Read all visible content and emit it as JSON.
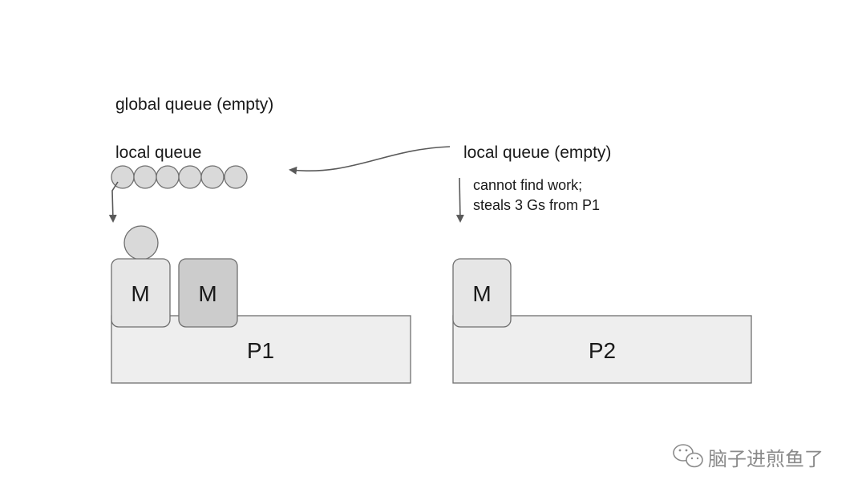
{
  "global_queue_label": "global queue (empty)",
  "p1": {
    "local_queue_label": "local queue",
    "queued_goroutines": 6,
    "m_labels": [
      "M",
      "M"
    ],
    "processor_label": "P1"
  },
  "p2": {
    "local_queue_label": "local queue (empty)",
    "note_lines": [
      "cannot find work;",
      "steals 3 Gs from P1"
    ],
    "m_label": "M",
    "processor_label": "P2"
  },
  "watermark": {
    "text": "脑子进煎鱼了",
    "icon": "wechat-icon"
  },
  "colors": {
    "box_fill": "#eeeeee",
    "box_stroke": "#6f6f6f",
    "m_fill": "#e6e6e6",
    "m_dark_fill": "#cccccc",
    "goroutine_fill": "#d9d9d9",
    "arrow": "#595959",
    "text": "#1a1a1a",
    "watermark": "#8a8a8a"
  }
}
